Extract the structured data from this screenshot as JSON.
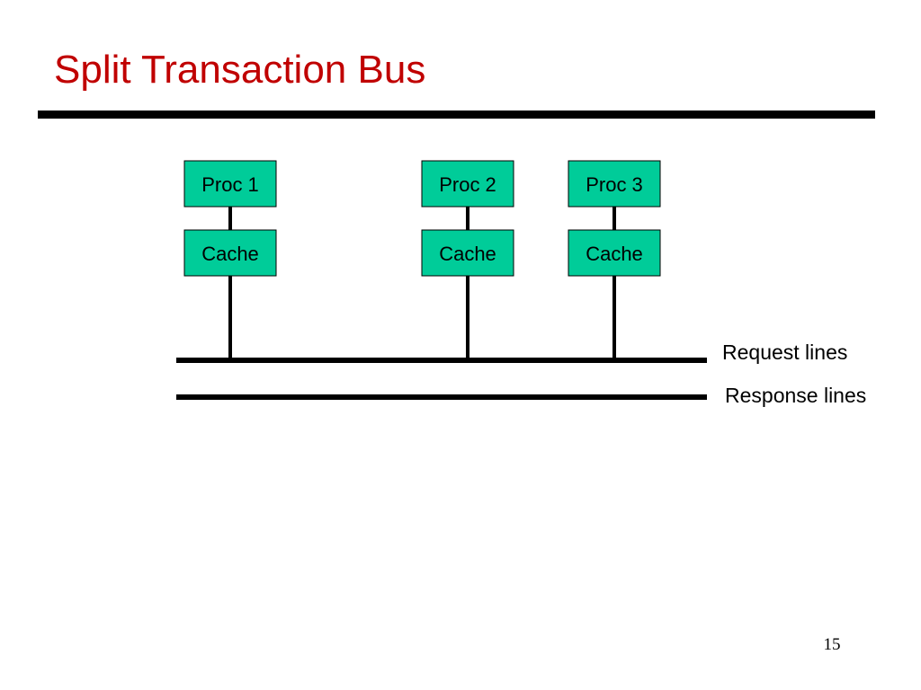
{
  "slide": {
    "title": "Split Transaction Bus",
    "page_number": "15"
  },
  "colors": {
    "title": "#C00000",
    "node_fill": "#00CC99",
    "line": "#000000"
  },
  "nodes": {
    "proc1": "Proc 1",
    "cache1": "Cache",
    "proc2": "Proc 2",
    "cache2": "Cache",
    "proc3": "Proc 3",
    "cache3": "Cache"
  },
  "buses": {
    "request": "Request lines",
    "response": "Response lines"
  }
}
